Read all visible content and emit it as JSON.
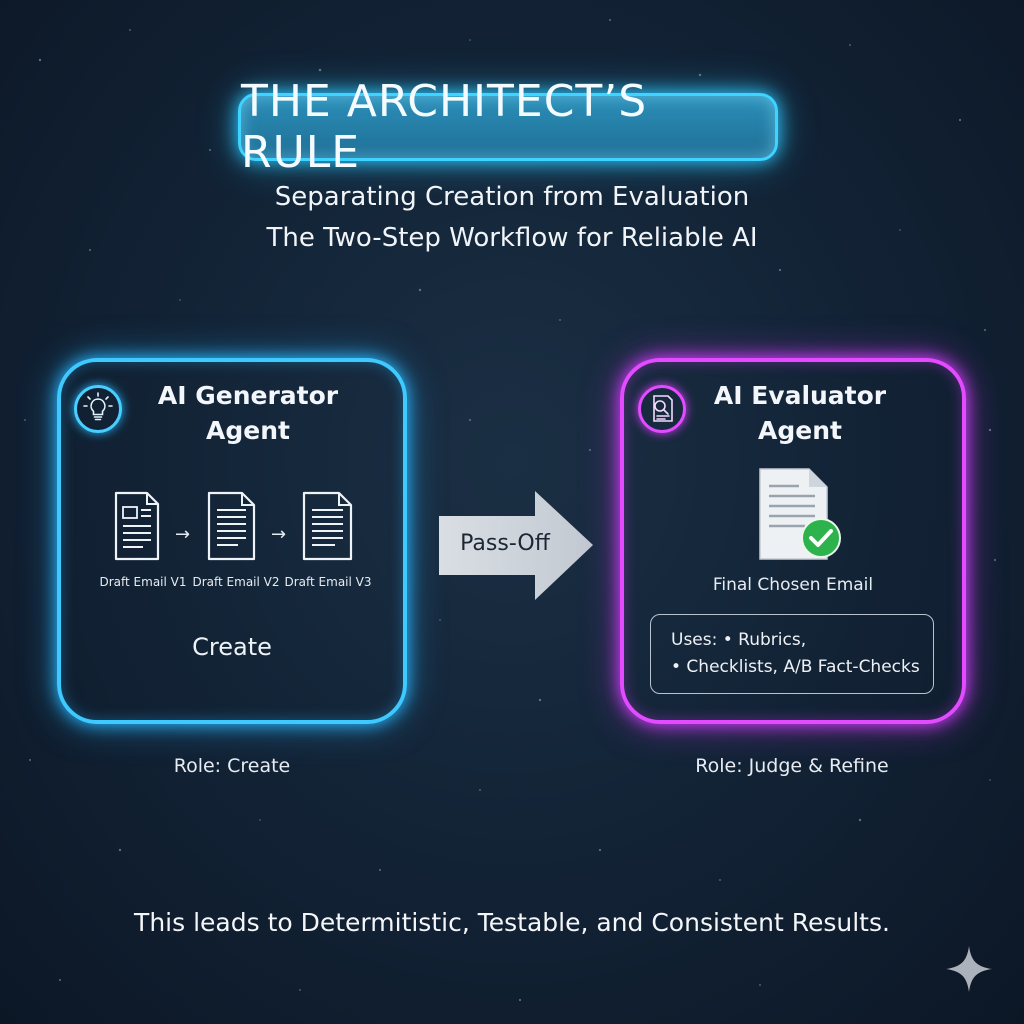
{
  "title": "THE ARCHITECT’S RULE",
  "subtitle_line1": "Separating Creation from Evaluation",
  "subtitle_line2": "The Two-Step Workflow for Reliable AI",
  "generator": {
    "title_line1": "AI Generator",
    "title_line2": "Agent",
    "icon": "lightbulb-icon",
    "drafts": [
      "Draft Email V1",
      "Draft Email V2",
      "Draft Email V3"
    ],
    "action": "Create",
    "role": "Role: Create",
    "color": "#3ec9ff"
  },
  "handoff": {
    "label": "Pass-Off"
  },
  "evaluator": {
    "title_line1": "AI Evaluator",
    "title_line2": "Agent",
    "icon": "magnifier-document-icon",
    "final_label": "Final Chosen Email",
    "uses_line1": "Uses: • Rubrics,",
    "uses_line2": "• Checklists, A/B Fact-Checks",
    "role": "Role: Judge & Refine",
    "color": "#e24bff"
  },
  "footer": "This leads to Determitistic, Testable, and Consistent Results."
}
